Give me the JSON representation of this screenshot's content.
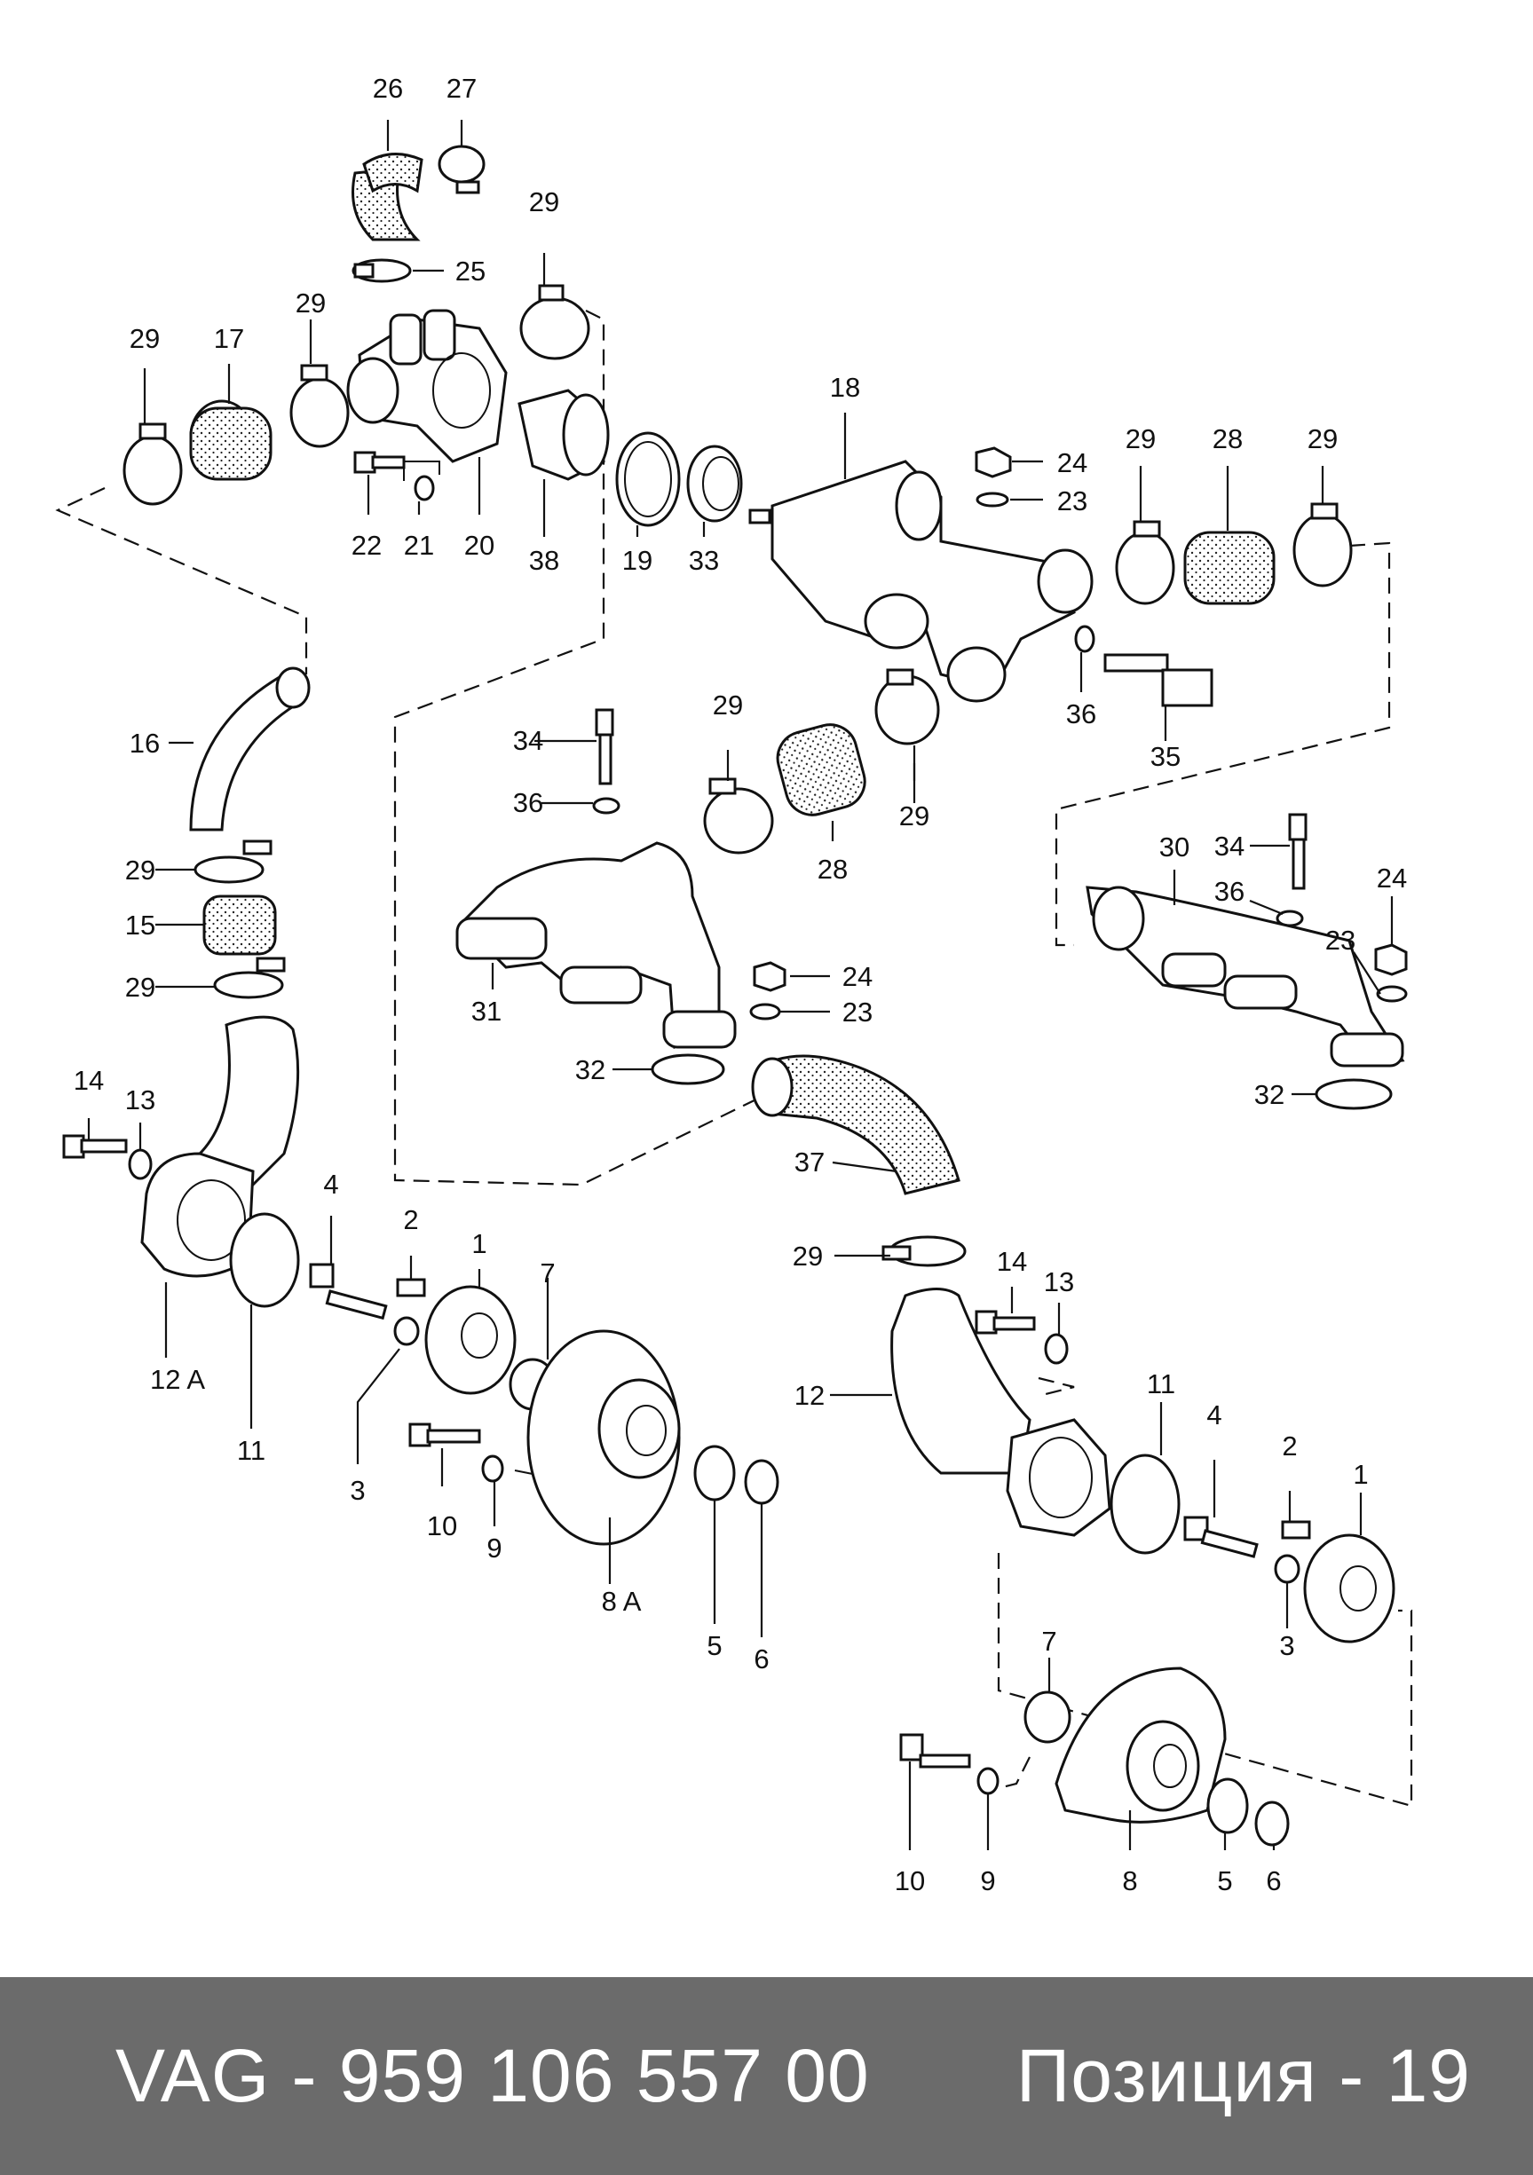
{
  "footer": {
    "part_number": "VAG - 959 106 557 00",
    "position": "Позиция - 19"
  },
  "callouts": {
    "c1": "1",
    "c2": "2",
    "c3": "3",
    "c4": "4",
    "c5": "5",
    "c6": "6",
    "c7": "7",
    "c8": "8",
    "c8a": "8 A",
    "c9": "9",
    "c10": "10",
    "c11": "11",
    "c12": "12",
    "c12a": "12 A",
    "c13": "13",
    "c14": "14",
    "c15": "15",
    "c16": "16",
    "c17": "17",
    "c18": "18",
    "c19": "19",
    "c20": "20",
    "c21": "21",
    "c22": "22",
    "c23": "23",
    "c24": "24",
    "c25": "25",
    "c26": "26",
    "c27": "27",
    "c28": "28",
    "c29": "29",
    "c30": "30",
    "c31": "31",
    "c32": "32",
    "c33": "33",
    "c34": "34",
    "c35": "35",
    "c36": "36",
    "c37": "37",
    "c38": "38"
  }
}
